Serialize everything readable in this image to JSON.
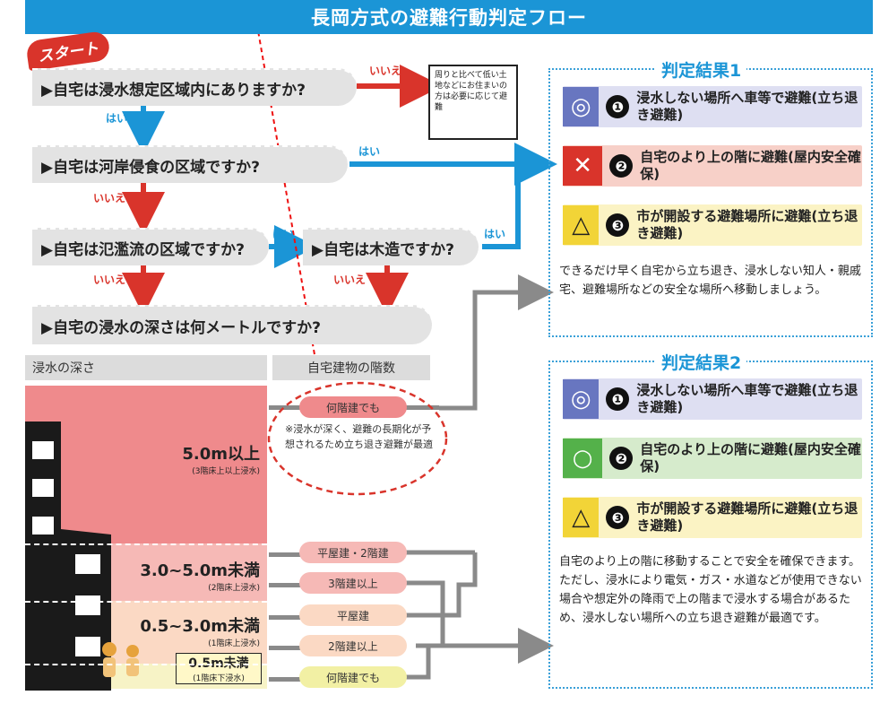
{
  "title": "長岡方式の避難行動判定フロー",
  "start_label": "スタート",
  "questions": {
    "q1": "▶自宅は浸水想定区域内にありますか?",
    "q2": "▶自宅は河岸侵食の区域ですか?",
    "q3": "▶自宅は氾濫流の区域ですか?",
    "q4": "▶自宅は木造ですか?",
    "q5": "▶自宅の浸水の深さは何メートルですか?"
  },
  "answers": {
    "yes": "はい",
    "no": "いいえ"
  },
  "side_note": "周りと比べて低い土地などにお住まいの方は必要に応じて避難",
  "table": {
    "col_depth": "浸水の深さ",
    "col_floors": "自宅建物の階数",
    "depths": [
      {
        "value": "5.0m以上",
        "sub": "(3階床上以上浸水)"
      },
      {
        "value": "3.0~5.0m未満",
        "sub": "(2階床上浸水)"
      },
      {
        "value": "0.5~3.0m未満",
        "sub": "(1階床上浸水)"
      },
      {
        "value": "0.5m未満",
        "sub": "(1階床下浸水)"
      }
    ],
    "floors": [
      "何階建でも",
      "平屋建・2階建",
      "3階建以上",
      "平屋建",
      "2階建以上",
      "何階建でも"
    ],
    "note": "※浸水が深く、避難の長期化が予想されるため立ち退き避難が最適"
  },
  "result1": {
    "title": "判定結果1",
    "items": [
      {
        "num": "❶",
        "icon": "◎",
        "text": "浸水しない場所へ車等で避難(立ち退き避難)"
      },
      {
        "num": "❷",
        "icon": "✕",
        "text": "自宅のより上の階に避難(屋内安全確保)"
      },
      {
        "num": "❸",
        "icon": "△",
        "text": "市が開設する避難場所に避難(立ち退き避難)"
      }
    ],
    "description": "できるだけ早く自宅から立ち退き、浸水しない知人・親戚宅、避難場所などの安全な場所へ移動しましょう。"
  },
  "result2": {
    "title": "判定結果2",
    "items": [
      {
        "num": "❶",
        "icon": "◎",
        "text": "浸水しない場所へ車等で避難(立ち退き避難)"
      },
      {
        "num": "❷",
        "icon": "○",
        "text": "自宅のより上の階に避難(屋内安全確保)"
      },
      {
        "num": "❸",
        "icon": "△",
        "text": "市が開設する避難場所に避難(立ち退き避難)"
      }
    ],
    "description": "自宅のより上の階に移動することで安全を確保できます。ただし、浸水により電気・ガス・水道などが使用できない場合や想定外の降雨で上の階まで浸水する場合があるため、浸水しない場所への立ち退き避難が最適です。"
  },
  "colors": {
    "blue": "#1b95d6",
    "red": "#d9342b",
    "gray_line": "#8a8a8a"
  }
}
